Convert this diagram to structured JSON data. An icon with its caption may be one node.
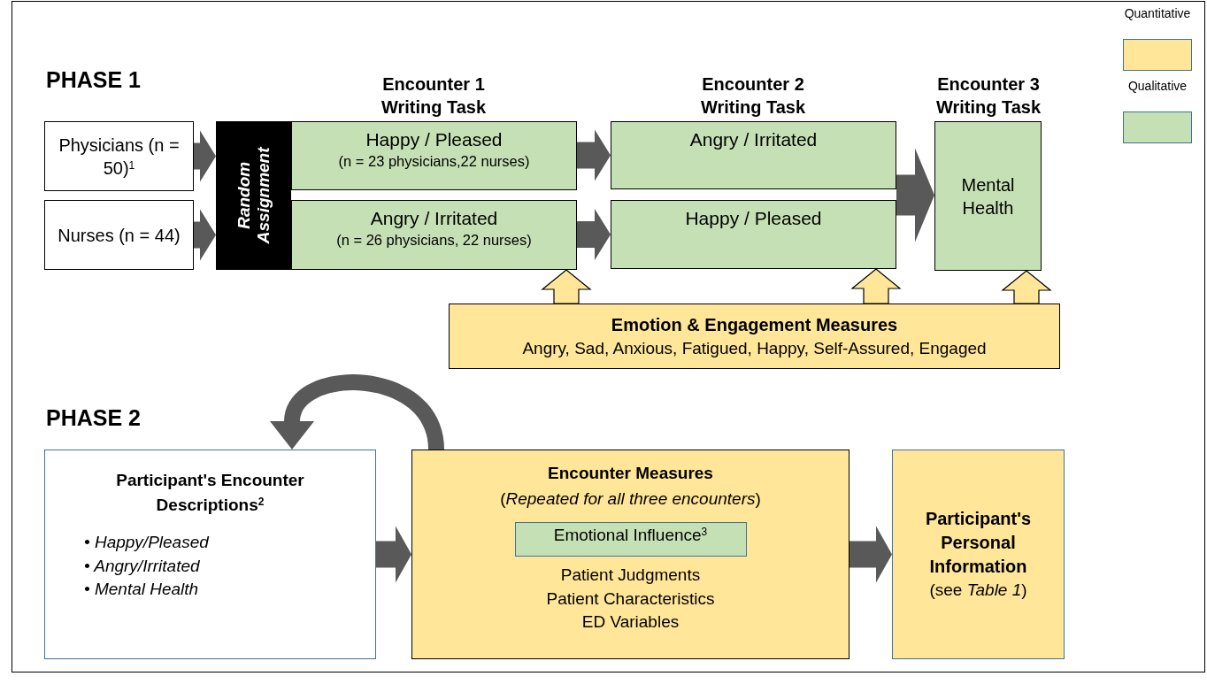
{
  "diagram": {
    "nodes": [
      {
        "text": [
          "Physicians (n = 50)$^{1}$"
        ]
      },
      {
        "text": [
          "Nurses (n = 44)"
        ]
      },
      {
        "text": [
          "Random Assignment"
        ]
      },
      {
        "text": [
          "Happy / Pleased",
          "(n = 23 physicians,22 nurses)"
        ]
      },
      {
        "text": [
          "Angry / Irritated",
          "(n = 26 physicians, 22 nurses)"
        ]
      },
      {
        "text": [
          "Angry / Irritated"
        ]
      },
      {
        "text": [
          "Happy / Pleased"
        ]
      },
      {
        "text": [
          "Mental Health"
        ]
      },
      {
        "text": [
          "Emotion & Engagement Measures",
          "Angry, Sad, Anxious, Fatigued, Happy, Self-Assured, Engaged"
        ]
      },
      {
        "text": [
          "Participant's Encounter Descriptions$^{2}$",
          "• Happy/Pleased",
          "• Angry/Irritated",
          "• Mental Health"
        ]
      },
      {
        "text": [
          "Encounter Measures",
          "(*Repeated for all three encounters*)",
          "Patient Judgments",
          "Patient Characteristics",
          "ED Variables"
        ]
      },
      {
        "text": [
          "Emotional Influence$^{3}$"
        ],
        "in": 10
      },
      {
        "text": [
          "Participant's Personal Information",
          "(see *Table 1*)"
        ]
      }
    ],
    "edges": [
      {
        "from": 0,
        "to": 2,
        "arrow": "to",
        "style": "thick"
      },
      {
        "from": 1,
        "to": 2,
        "arrow": "to",
        "style": "thick"
      },
      {
        "from": 3,
        "to": 5,
        "arrow": "to",
        "style": "thick"
      },
      {
        "from": 4,
        "to": 6,
        "arrow": "to",
        "style": "thick"
      },
      {
        "from": 5,
        "to": 7,
        "arrow": "to",
        "style": "thick"
      },
      {
        "from": 6,
        "to": 7,
        "arrow": "to",
        "style": "thick"
      },
      {
        "from": 8,
        "to": 4,
        "arrow": "to",
        "style": "thick",
        "color": "#ffe699"
      },
      {
        "from": 8,
        "to": 6,
        "arrow": "to",
        "style": "thick",
        "color": "#ffe699"
      },
      {
        "from": 8,
        "to": 7,
        "arrow": "to",
        "style": "thick",
        "color": "#ffe699"
      },
      {
        "from": 10,
        "to": 9,
        "arrow": "to",
        "style": "thick"
      },
      {
        "from": 9,
        "to": 10,
        "arrow": "to",
        "style": "thick"
      },
      {
        "from": 10,
        "to": 12,
        "arrow": "to",
        "style": "thick"
      }
    ],
    "labels": [
      "PHASE 1",
      "Encounter 1 Writing Task",
      "Encounter 2 Writing Task",
      "Encounter 3 Writing Task",
      "PHASE 2"
    ],
    "legend": [
      {
        "text": "Quantitative",
        "color": "#ffe699"
      },
      {
        "text": "Qualitative",
        "color": "#c5e0b4"
      }
    ]
  }
}
